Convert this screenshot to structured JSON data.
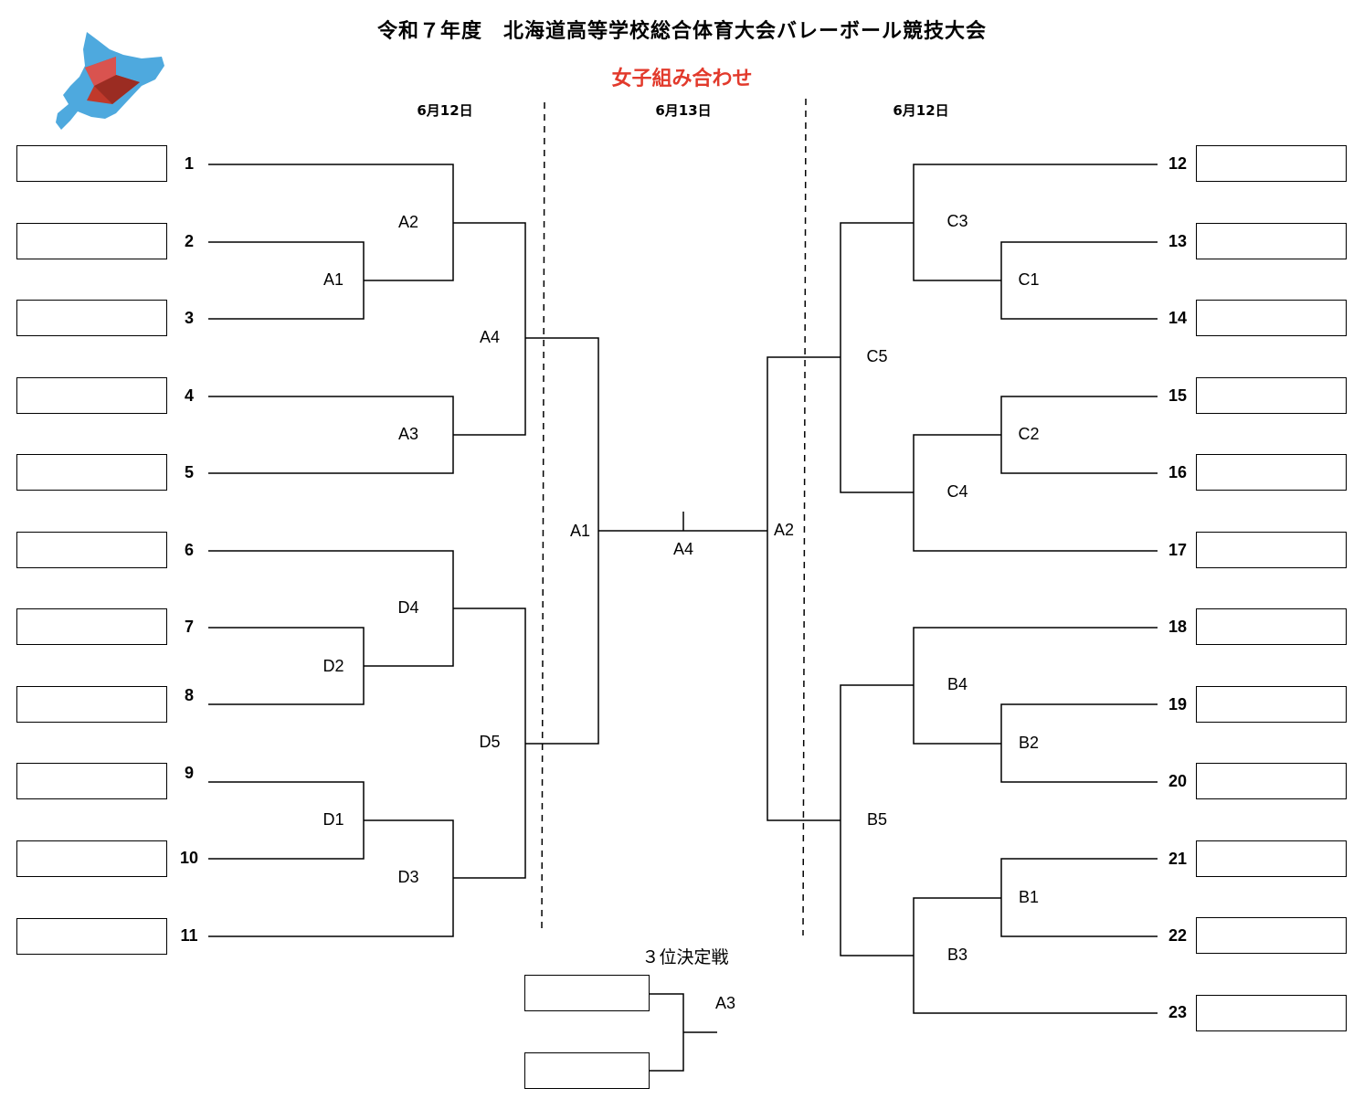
{
  "title": "令和７年度　北海道高等学校総合体育大会バレーボール競技大会",
  "subtitle": "女子組み合わせ",
  "dates": {
    "left": "6月12日",
    "center": "6月13日",
    "right": "6月12日"
  },
  "third_place": {
    "title": "３位決定戦",
    "match": "A3"
  },
  "final_match": {
    "left": "A1",
    "center": "A4",
    "right": "A2"
  },
  "left_seeds": [
    "1",
    "2",
    "3",
    "4",
    "5",
    "6",
    "7",
    "8",
    "9",
    "10",
    "11"
  ],
  "right_seeds": [
    "12",
    "13",
    "14",
    "15",
    "16",
    "17",
    "18",
    "19",
    "20",
    "21",
    "22",
    "23"
  ],
  "left_matches": {
    "A1": "A1",
    "A2": "A2",
    "A3": "A3",
    "A4": "A4",
    "D1": "D1",
    "D2": "D2",
    "D3": "D3",
    "D4": "D4",
    "D5": "D5"
  },
  "right_matches": {
    "C1": "C1",
    "C2": "C2",
    "C3": "C3",
    "C4": "C4",
    "C5": "C5",
    "B1": "B1",
    "B2": "B2",
    "B3": "B3",
    "B4": "B4",
    "B5": "B5"
  },
  "logo": {
    "icon": "hokkaido-map-logo",
    "map_color": "#4ea9de",
    "mark_color": "#c0392b"
  },
  "colors": {
    "title": "#000000",
    "subtitle": "#e23a2c",
    "lines": "#000000"
  }
}
